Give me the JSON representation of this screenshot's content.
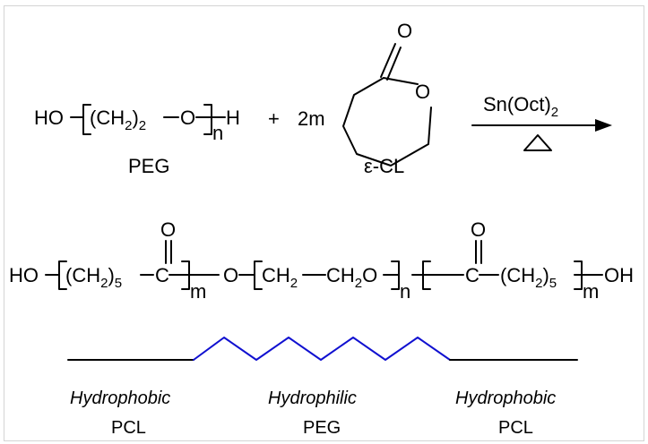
{
  "reactants": {
    "peg_formula": {
      "ho": "HO",
      "ch2": "(CH",
      "sub2": "2",
      "close": ")",
      "sub_repeat": "2",
      "o": "O",
      "n": "n",
      "h": "H"
    },
    "peg_label": "PEG",
    "plus": "+",
    "coefficient": "2m",
    "lactone_carbonyl_o": "O",
    "lactone_ring_o": "O",
    "cl_label": "ε-CL"
  },
  "conditions": {
    "catalyst_main": "Sn(Oct)",
    "catalyst_sub": "2",
    "heat_symbol": "Δ"
  },
  "product": {
    "ho": "HO",
    "pcl_left": {
      "ch2": "(CH",
      "sub": "2",
      "close": ")",
      "five": "5",
      "c": "C",
      "carbonyl_o": "O",
      "m": "m"
    },
    "bridge_o": "O",
    "peg": {
      "ch2a": "CH",
      "sub_a": "2",
      "ch2b": "CH",
      "sub_b": "2",
      "o": "O",
      "n": "n"
    },
    "pcl_right": {
      "c": "C",
      "carbonyl_o": "O",
      "ch2": "(CH",
      "sub": "2",
      "close": ")",
      "five": "5",
      "m": "m"
    },
    "oh": "OH"
  },
  "segments": [
    {
      "kind": "Hydrophobic",
      "polymer": "PCL",
      "color": "#000000"
    },
    {
      "kind": "Hydrophilic",
      "polymer": "PEG",
      "color": "#1010d0"
    },
    {
      "kind": "Hydrophobic",
      "polymer": "PCL",
      "color": "#000000"
    }
  ]
}
